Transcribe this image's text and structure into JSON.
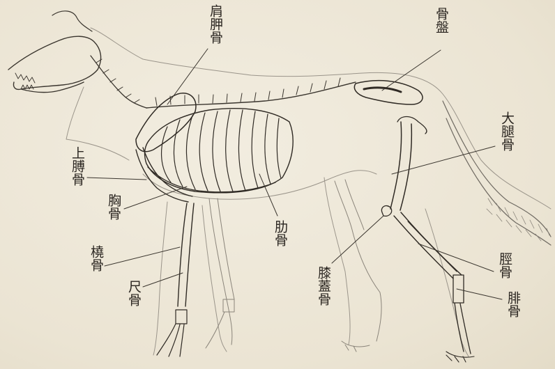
{
  "labels": {
    "scapula": "肩胛骨",
    "pelvis": "骨盤",
    "femur": "大腿骨",
    "humerus": "上膊骨",
    "sternum": "胸骨",
    "rib": "肋骨",
    "radius": "橈骨",
    "ulna": "尺骨",
    "patella": "膝蓋骨",
    "tibia": "脛骨",
    "fibula": "腓骨"
  },
  "colors": {
    "paper": "#ece6d6",
    "ink": "#2a2520",
    "outline": "#8a847a"
  }
}
